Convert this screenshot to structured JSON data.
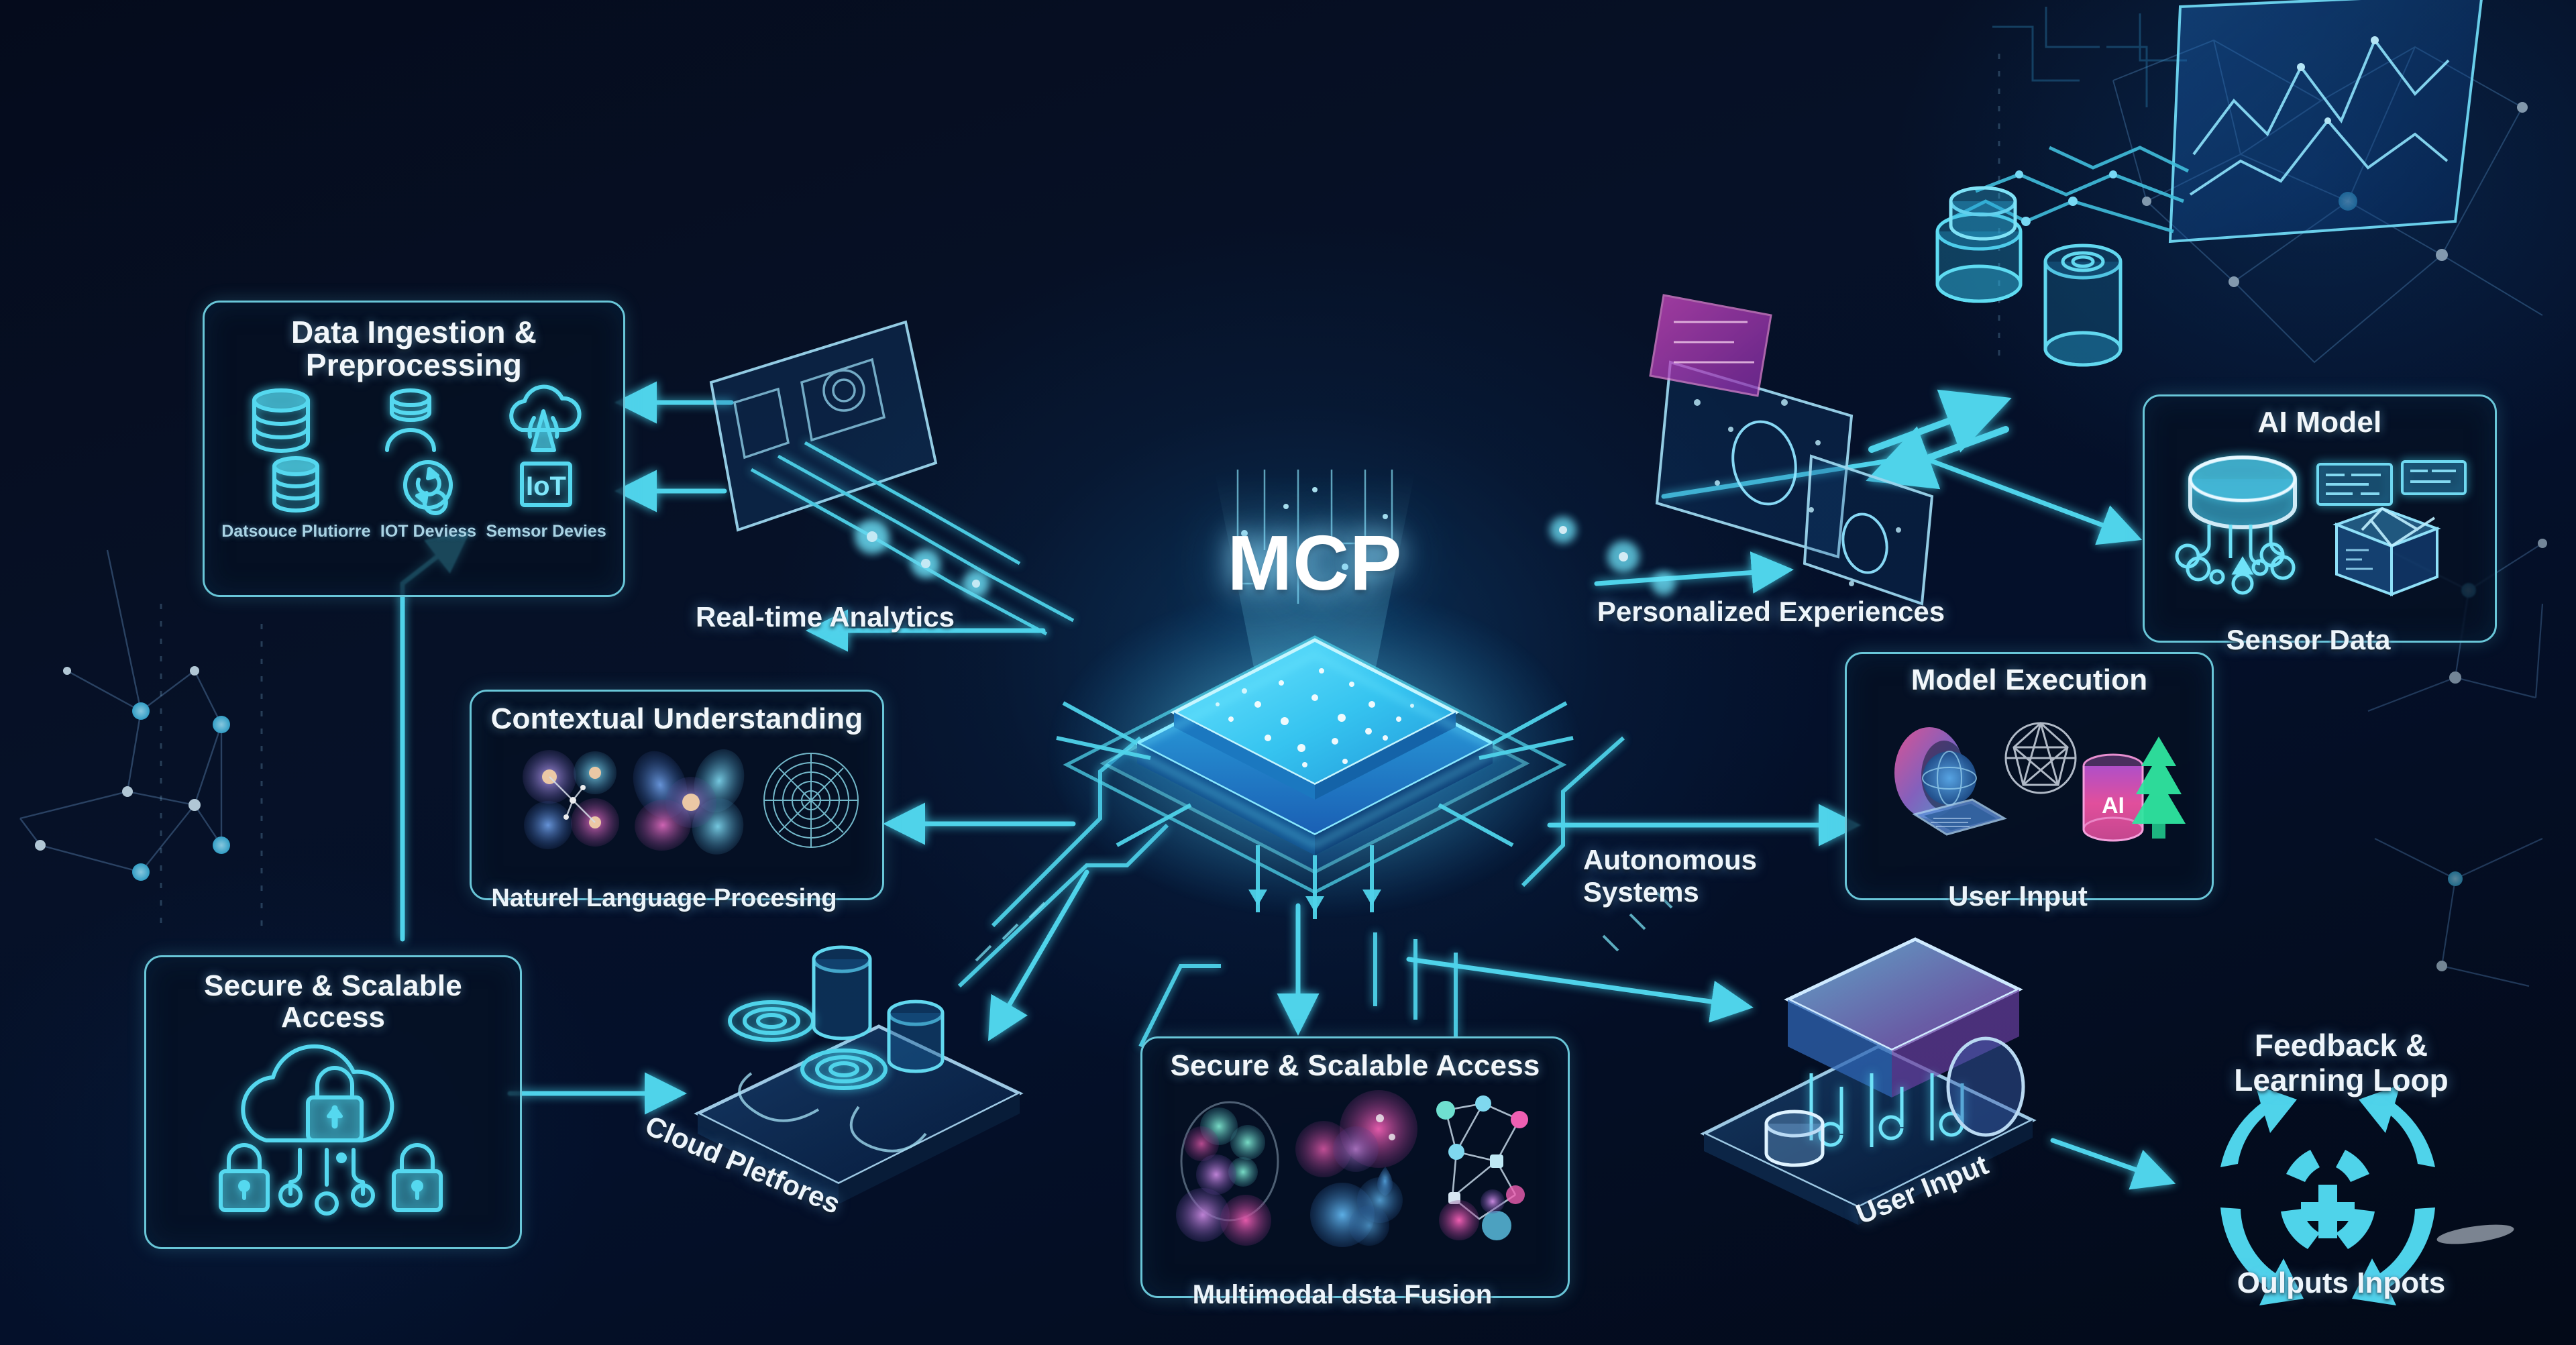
{
  "diagram": {
    "core_label": "MCP",
    "accent_cyan": "#55d8ef",
    "panel_border": "#69c6d8",
    "background": "#050b1c",
    "magenta": "#d94cc8",
    "green": "#2fe6a0"
  },
  "panels": [
    {
      "id": "data-ingestion",
      "title": "Data Ingestion & Preprocessing",
      "icons": [
        {
          "name": "database-icon",
          "label": "Datsouce\nPlutiorre"
        },
        {
          "name": "iot-device-icon",
          "label": "IOT\nDeviess"
        },
        {
          "name": "cloud-upload-icon",
          "label": "Semsor\nDevies"
        },
        {
          "name": "database-stack-icon",
          "label": ""
        },
        {
          "name": "sync-circle-icon",
          "label": ""
        },
        {
          "name": "iot-badge-icon",
          "label": ""
        }
      ]
    },
    {
      "id": "contextual-understanding",
      "title": "Contextual Understanding",
      "caption": "Naturel Language Procesing"
    },
    {
      "id": "secure-scalable-access-left",
      "title": "Secure & Scalable Access"
    },
    {
      "id": "secure-scalable-access-center",
      "title": "Secure & Scalable Access",
      "caption": "Multimodal dsta Fusion"
    },
    {
      "id": "ai-model",
      "title": "AI Model",
      "caption": "Sensor Data"
    },
    {
      "id": "model-execution",
      "title": "Model Execution",
      "caption": "User Input"
    }
  ],
  "floating_labels": [
    {
      "id": "real-time-analytics",
      "text": "Real-time Analytics"
    },
    {
      "id": "personalized-experiences",
      "text": "Personalized Experiences"
    },
    {
      "id": "autonomous-systems",
      "text": "Autonomous\nSystems"
    },
    {
      "id": "cloud-platforms",
      "text": "Cloud Pletfores"
    },
    {
      "id": "user-input-rotated",
      "text": "User Input"
    },
    {
      "id": "feedback-learning-loop",
      "text": "Feedback &\nLearning Loop"
    },
    {
      "id": "outputs-inputs",
      "text": "Oulputs Inpots"
    }
  ],
  "ai_cylinder_text": "AI",
  "iot_badge_text": "IoT"
}
